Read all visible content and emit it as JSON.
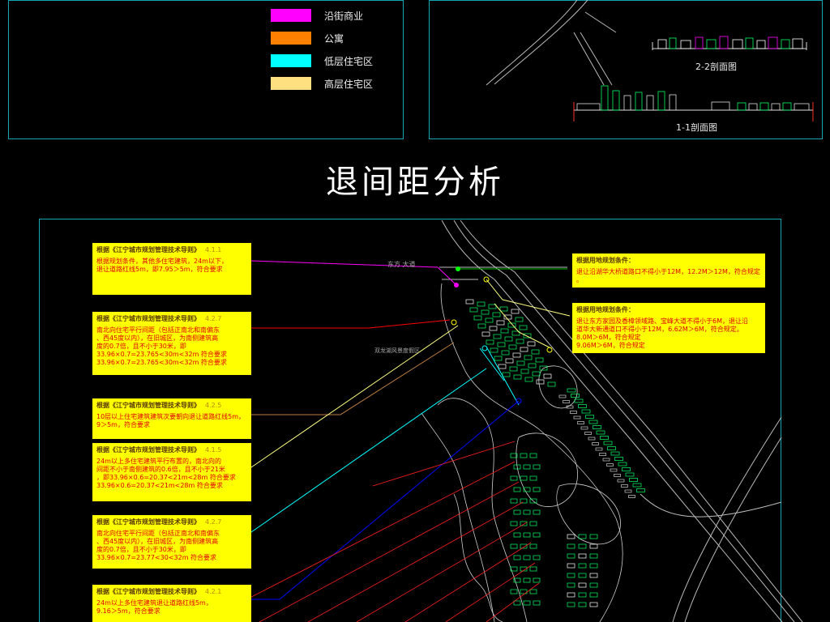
{
  "legend": {
    "items": [
      {
        "label": "沿街商业",
        "color": "#ff00ff"
      },
      {
        "label": "公寓",
        "color": "#ff8000"
      },
      {
        "label": "低层住宅区",
        "color": "#00ffff"
      },
      {
        "label": "高层住宅区",
        "color": "#ffe080"
      }
    ]
  },
  "sections": {
    "section_2_2": "2-2剖面图",
    "section_1_1": "1-1剖面图"
  },
  "title": "退间距分析",
  "left_notes": [
    {
      "title": "根据《江宁城市规划管理技术导则》",
      "tag": "4.1.1",
      "lines": [
        "根据规划条件，其他多住宅建筑，24m以下，",
        "退让道路红线5m，即7.95＞5m，符合要求"
      ],
      "border": "#ff00ff"
    },
    {
      "title": "根据《江宁城市规划管理技术导则》",
      "tag": "4.2.7",
      "lines": [
        "南北向住宅平行间距（包括正南北和南偏东",
        "、西45度以内），在旧城区，为南侧建筑高",
        "度的0.7倍，且不小于30米，即",
        "33.96×0.7=23.765<30m<32m 符合要求",
        "33.96×0.7=23.765<30m<32m 符合要求"
      ],
      "border": "#ff0000"
    },
    {
      "title": "根据《江宁城市规划管理技术导则》",
      "tag": "4.2.5",
      "lines": [
        "10层以上住宅建筑建筑次要朝向退让道路红线5m，",
        "9＞5m，符合要求"
      ],
      "border": "#c08040"
    },
    {
      "title": "根据《江宁城市规划管理技术导则》",
      "tag": "4.1.5",
      "lines": [
        "24m以上多住宅建筑平行布置的，南北向的",
        "间距不小于南侧建筑的0.6倍，且不小于21米",
        "，即33.96×0.6=20.37<21m<28m 符合要求",
        "33.96×0.6=20.37<21m<28m 符合要求"
      ],
      "border": "#ffff80"
    },
    {
      "title": "根据《江宁城市规划管理技术导则》",
      "tag": "4.2.7",
      "lines": [
        "南北向住宅平行间距（包括正南北和南偏东",
        "、西45度以内），在旧城区，为南侧建筑高",
        "度的0.7倍，且不小于30米，即",
        "33.96×0.7=23.77<30<32m 符合要求"
      ],
      "border": "#00ffff"
    },
    {
      "title": "根据《江宁城市规划管理技术导则》",
      "tag": "4.2.1",
      "lines": [
        "24m以上多住宅建筑退让道路红线5m，",
        "9.16＞5m，符合要求"
      ],
      "border": "#0000ff"
    }
  ],
  "right_notes": [
    {
      "title": "根据用地规划条件：",
      "lines": [
        "退让沿湖华大桥道路口不得小于12M，12.2M＞12M，符合规定",
        "。"
      ],
      "border": "#00c000"
    },
    {
      "title": "根据用地规划条件：",
      "lines": [
        "退让东方家园及香樟领域路、宝峰大道不得小于6M，退让沿",
        "道华大新通道口不得小于12M，6.62M＞6M，符合规定。",
        "8.0M＞6M，符合规定",
        "9.06M＞6M，符合规定"
      ],
      "border": "#ffff80"
    }
  ],
  "map_labels": {
    "road_top": "东方 大道",
    "center": "双龙湖风景度假区"
  },
  "colors": {
    "frame": "#14a6b4",
    "note_bg": "#ffff00",
    "note_text": "#e00000",
    "building": "#00ff66",
    "road": "#bbbbbb"
  }
}
